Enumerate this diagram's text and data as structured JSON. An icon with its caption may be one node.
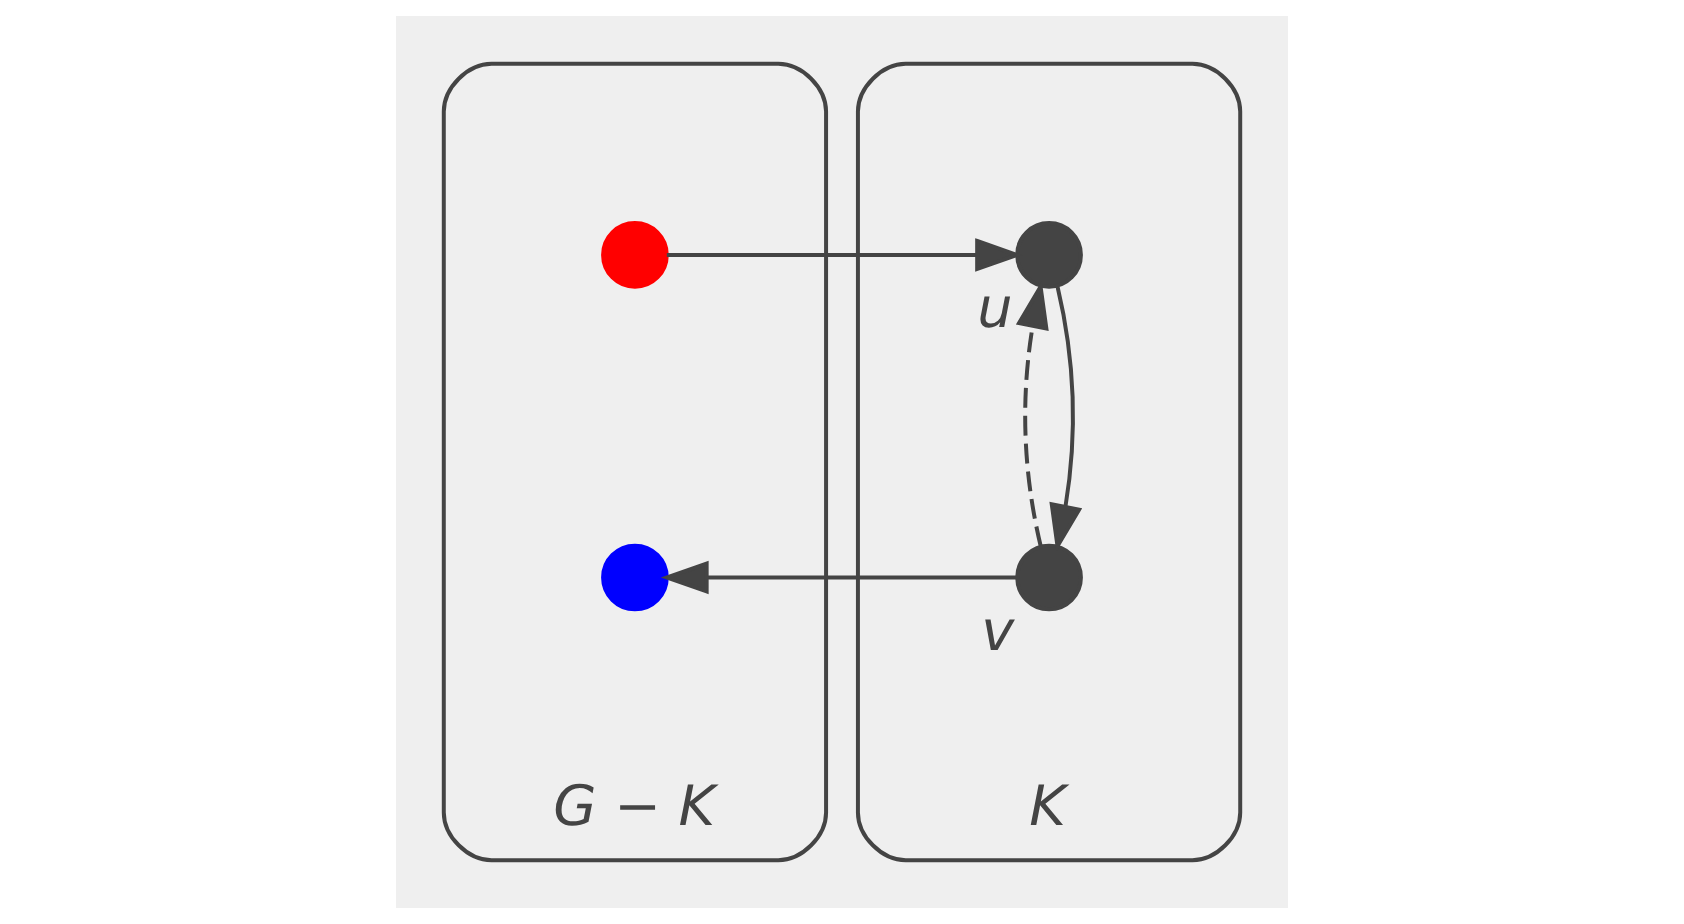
{
  "diagram": {
    "nodes": [
      {
        "text": [
          "G − K"
        ]
      },
      {
        "text": [],
        "shape": "circle",
        "in": 0
      },
      {
        "text": [],
        "shape": "circle",
        "in": 0
      },
      {
        "text": [
          "K"
        ]
      },
      {
        "text": [],
        "shape": "circle",
        "in": 3,
        "beside": [
          "u"
        ]
      },
      {
        "text": [],
        "shape": "circle",
        "in": 3,
        "beside": [
          "v"
        ]
      }
    ],
    "edges": [
      {
        "from": 1,
        "to": 4,
        "arrow": "to"
      },
      {
        "from": 4,
        "to": 5,
        "arrow": "to"
      },
      {
        "from": 5,
        "to": 4,
        "arrow": "to",
        "style": "dashed"
      },
      {
        "from": 5,
        "to": 2,
        "arrow": "to"
      }
    ]
  }
}
